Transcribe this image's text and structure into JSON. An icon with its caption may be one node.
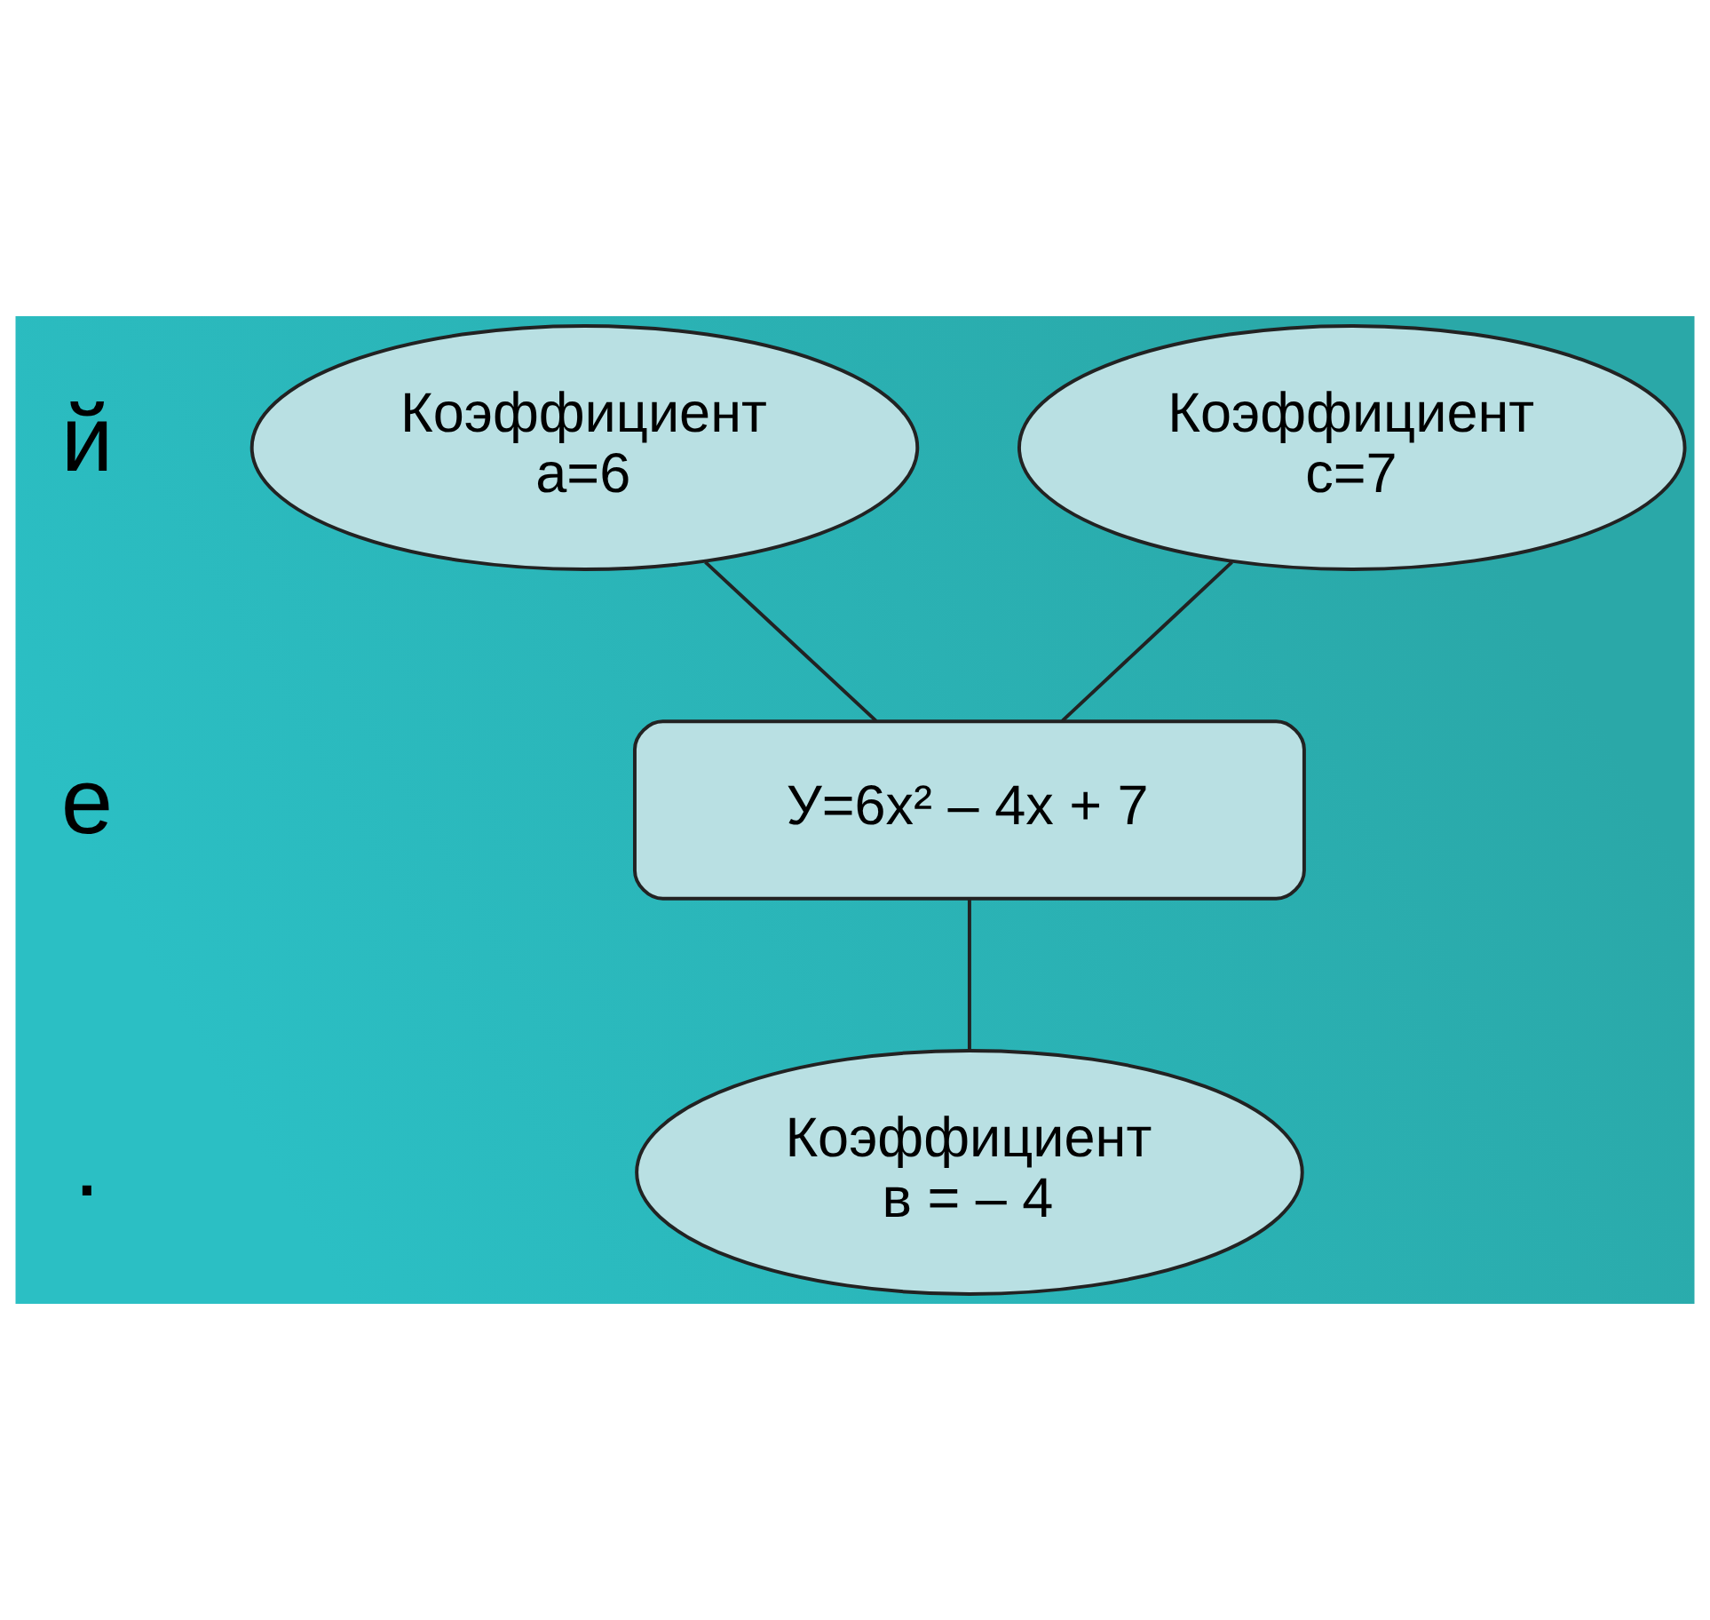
{
  "diagram": {
    "nodes": [
      {
        "text": [
          "Коэффициент c=7"
        ]
      },
      {
        "text": [
          "Коэффициент a=6"
        ]
      },
      {
        "text": [
          "У=6x² – 4x + 7"
        ]
      },
      {
        "text": [
          "Коэффициент в = – 4"
        ]
      }
    ],
    "edges": [
      {
        "from": 0,
        "to": 2,
        "arrow": "none"
      },
      {
        "from": 1,
        "to": 2,
        "arrow": "none"
      },
      {
        "from": 3,
        "to": 2,
        "arrow": "none"
      }
    ],
    "labels": [
      "й",
      "е",
      "."
    ]
  }
}
